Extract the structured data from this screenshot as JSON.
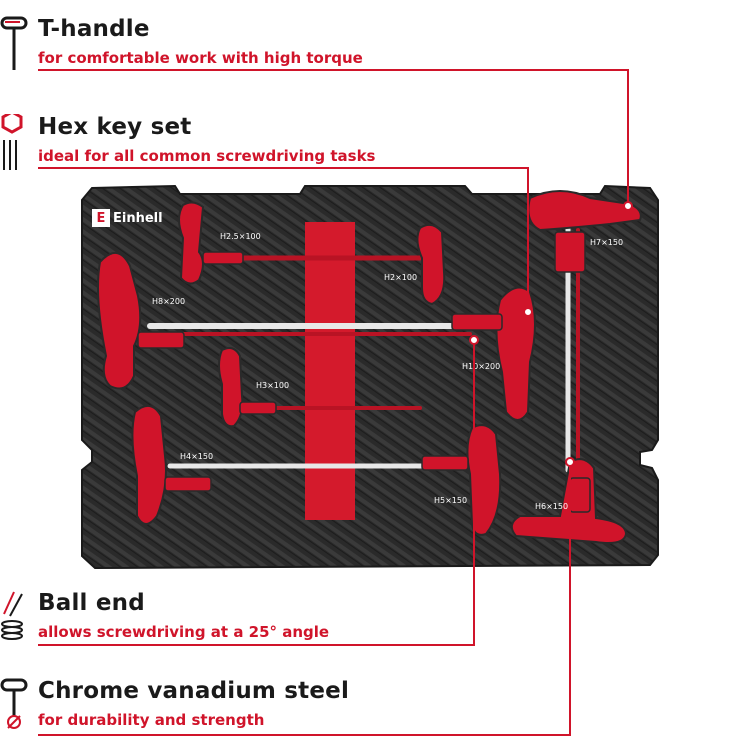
{
  "features": [
    {
      "title": "T-handle",
      "subtitle": "for comfortable work with high torque",
      "icon": "t-handle-icon"
    },
    {
      "title": "Hex key set",
      "subtitle": "ideal for all common screwdriving tasks",
      "icon": "hex-key-icon"
    },
    {
      "title": "Ball end",
      "subtitle": "allows screwdriving at a 25° angle",
      "icon": "ball-end-icon"
    },
    {
      "title": "Chrome vanadium steel",
      "subtitle": "for durability and strength",
      "icon": "chrome-vanadium-icon"
    }
  ],
  "brand": "Einhell",
  "tool_labels": [
    "H2.5×100",
    "H2×100",
    "H8×200",
    "H7×150",
    "H3×100",
    "H10×200",
    "H4×150",
    "H5×150",
    "H6×150"
  ],
  "colors": {
    "accent": "#d0142a",
    "text": "#1a1a1a",
    "tray": "#2b2b2b"
  }
}
